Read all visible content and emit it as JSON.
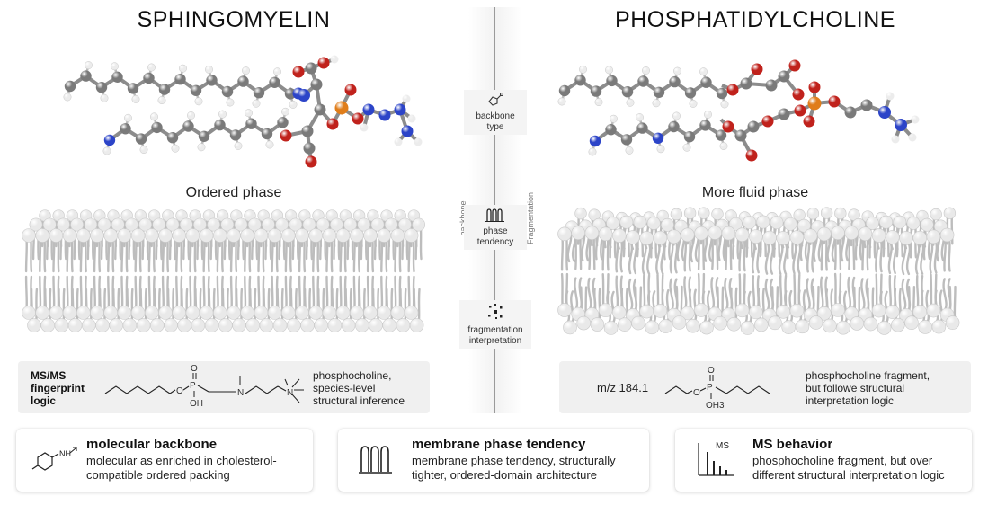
{
  "left": {
    "title": "SPHINGOMYELIN",
    "phase": "Ordered phase",
    "msms": {
      "label_line1": "MS/MS",
      "label_line2": "fingerprint",
      "label_line3": "logic",
      "atoms": {
        "p": "P",
        "o_top": "O",
        "o_left": "O",
        "oh": "OH",
        "n1": "N",
        "n2": "N"
      },
      "desc_line1": "phosphocholine,",
      "desc_line2": "species-level",
      "desc_line3": "structural inference"
    }
  },
  "right": {
    "title": "PHOSPHATIDYLCHOLINE",
    "phase": "More fluid phase",
    "msms": {
      "mz": "m/z 184.1",
      "atoms": {
        "p": "P",
        "o_top": "O",
        "o_left": "O",
        "oh3": "OH3"
      },
      "desc_line1": "phosphocholine fragment,",
      "desc_line2": "but followe structural",
      "desc_line3": "interpretation logic"
    }
  },
  "middle": {
    "items": [
      {
        "line1": "backbone",
        "line2": "type"
      },
      {
        "line1": "phase",
        "line2": "tendency"
      },
      {
        "line1": "fragmentation",
        "line2": "interpretation"
      }
    ],
    "left_vertical": "backbone",
    "right_vertical": "Fragmentation"
  },
  "cards": [
    {
      "title": "molecular backbone",
      "line1": "molecular as enriched in cholesterol-",
      "line2": "compatible ordered packing",
      "icon_text": "NH"
    },
    {
      "title": "membrane phase tendency",
      "line1": "membrane phase tendency, structurally",
      "line2": "tighter, ordered-domain architecture"
    },
    {
      "title": "MS behavior",
      "line1": "phosphocholine fragment, but over",
      "line2": "different structural interpretation logic",
      "icon_text": "MS"
    }
  ],
  "colors": {
    "carbon": "#7a7a7a",
    "hydrogen": "#ececec",
    "oxygen": "#c0221c",
    "nitrogen": "#2c44c8",
    "phosphorus": "#e07d1a",
    "lipid_head": "#e9e9e9",
    "panel": "#f0f0f0"
  }
}
